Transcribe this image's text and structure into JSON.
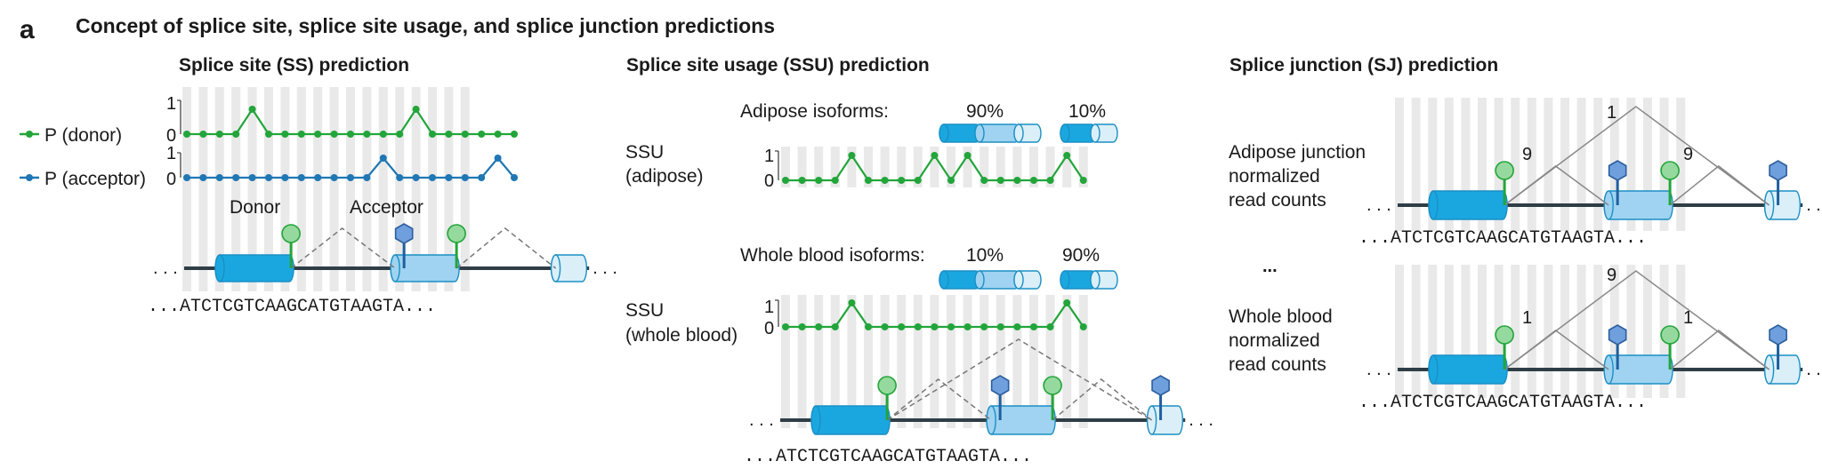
{
  "panel_letter": "a",
  "title": "Concept of splice site, splice site usage, and splice junction predictions",
  "colors": {
    "donor_green": "#22a53a",
    "acceptor_blue": "#1f77b4",
    "exon_dark": "#1aa7e0",
    "exon_mid": "#9fd3f1",
    "exon_light": "#dbeff9",
    "stripe": "#e9e9e9",
    "line_dark": "#2f3e46"
  },
  "sequence": "...ATCTCGTCAAGCATGTAAGTA...",
  "ss": {
    "heading": "Splice site (SS) prediction",
    "legend_donor": "P (donor)",
    "legend_acceptor": "P (acceptor)",
    "y_top": "1",
    "y_bottom": "0",
    "label_donor": "Donor",
    "label_acceptor": "Acceptor",
    "donor_track": [
      0,
      0,
      0,
      0,
      1,
      0,
      0,
      0,
      0,
      0,
      0,
      0,
      0,
      0,
      1,
      0,
      0,
      0,
      0,
      0,
      0
    ],
    "acceptor_track": [
      0,
      0,
      0,
      0,
      0,
      0,
      0,
      0,
      0,
      0,
      0,
      0,
      1,
      0,
      0,
      0,
      0,
      0,
      0,
      0,
      1,
      0
    ]
  },
  "ssu": {
    "heading": "Splice site usage (SSU) prediction",
    "adipose_isoforms_label": "Adipose isoforms:",
    "adipose_pct_1": "90%",
    "adipose_pct_2": "10%",
    "ssu_adipose_label_1": "SSU",
    "ssu_adipose_label_2": "(adipose)",
    "whole_blood_isoforms_label": "Whole blood isoforms:",
    "blood_pct_1": "10%",
    "blood_pct_2": "90%",
    "ssu_blood_label_1": "SSU",
    "ssu_blood_label_2": "(whole blood)",
    "y_top": "1",
    "y_bottom": "0",
    "adipose_track": [
      0,
      0,
      0,
      0,
      1,
      0,
      0,
      0,
      0,
      0,
      0,
      1,
      0,
      1,
      0,
      0,
      0,
      0,
      0,
      0,
      1,
      0
    ],
    "blood_track": [
      0,
      0,
      0,
      0,
      1,
      0,
      0,
      0,
      0,
      0,
      0,
      0,
      0,
      0,
      0,
      0,
      0,
      0,
      0,
      0,
      1,
      0
    ]
  },
  "sj": {
    "heading": "Splice junction (SJ) prediction",
    "adipose_label_1": "Adipose junction",
    "adipose_label_2": "normalized",
    "adipose_label_3": "read counts",
    "adipose_outer": "1",
    "adipose_left": "9",
    "adipose_right": "9",
    "ellipsis": "...",
    "blood_label_1": "Whole blood",
    "blood_label_2": "normalized",
    "blood_label_3": "read counts",
    "blood_outer": "9",
    "blood_left": "1",
    "blood_right": "1"
  },
  "icons": [
    "donor-lollipop-icon",
    "acceptor-hexagon-icon",
    "exon-cylinder-icon"
  ]
}
